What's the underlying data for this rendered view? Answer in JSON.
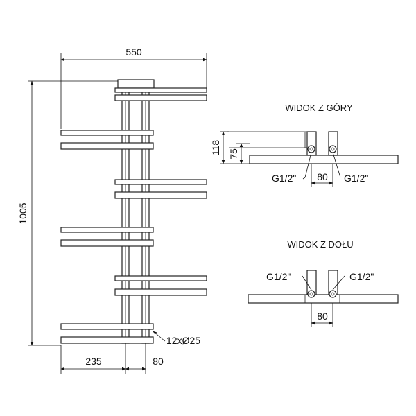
{
  "drawing": {
    "dim_width": "550",
    "dim_height": "1005",
    "dim_left_offset": "235",
    "dim_pipe_spacing": "80",
    "dim_tubes": "12xØ25"
  },
  "top_view": {
    "title": "WIDOK Z GÓRY",
    "dim_118": "118",
    "dim_75": "75",
    "dim_80": "80",
    "conn_left": "G1/2\"",
    "conn_right": "G1/2\""
  },
  "bottom_view": {
    "title": "WIDOK Z DOŁU",
    "dim_80": "80",
    "conn_left": "G1/2\"",
    "conn_right": "G1/2\""
  },
  "colors": {
    "line": "#222222",
    "background": "#ffffff"
  }
}
